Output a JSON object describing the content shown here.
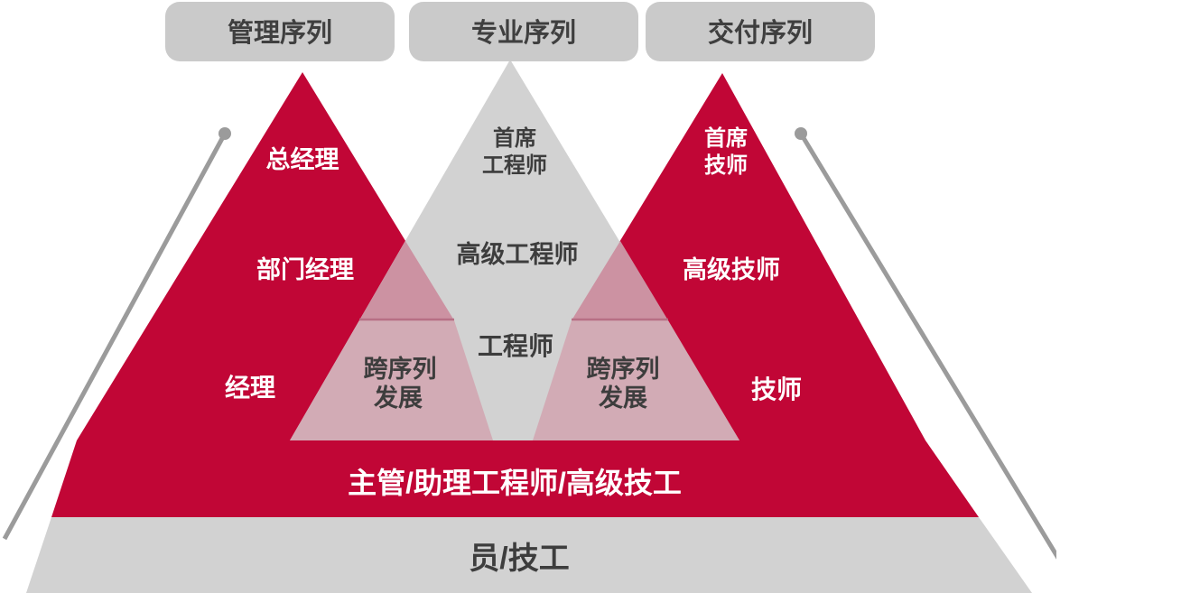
{
  "pills": [
    {
      "label": "管理序列"
    },
    {
      "label": "专业序列"
    },
    {
      "label": "交付序列"
    }
  ],
  "pyramids": {
    "management": {
      "top": "总经理",
      "middle": "部门经理",
      "bottom": "经理"
    },
    "professional": {
      "top_line1": "首席",
      "top_line2": "工程师",
      "middle": "高级工程师",
      "bottom": "工程师"
    },
    "delivery": {
      "top_line1": "首席",
      "top_line2": "技师",
      "middle": "高级技师",
      "bottom": "技师"
    }
  },
  "overlaps": {
    "left": {
      "line1": "跨序列",
      "line2": "发展"
    },
    "right": {
      "line1": "跨序列",
      "line2": "发展"
    }
  },
  "bands": {
    "supervisor": {
      "label": "主管/助理工程师/高级技工"
    },
    "worker": {
      "label": "员/技工"
    }
  },
  "colors": {
    "red": "#c10636",
    "triangle_gray": "#d2d2d2",
    "band_gray": "#d2d2d2",
    "pill_gray": "#cacaca",
    "pink_dark": "#cc92a2",
    "pink_light": "#d2abb5",
    "pink_divider": "#b76f85",
    "line_gray": "#9b9b9b",
    "dark_text": "#3d3d3d",
    "white": "#ffffff"
  }
}
